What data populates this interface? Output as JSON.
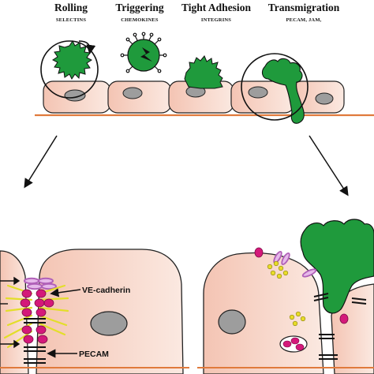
{
  "steps": [
    {
      "title": "Rolling",
      "subtitle": "SELECTINS"
    },
    {
      "title": "Triggering",
      "subtitle": "CHEMOKINES"
    },
    {
      "title": "Tight Adhesion",
      "subtitle": "INTEGRINS"
    },
    {
      "title": "Transmigration",
      "subtitle": "PECAM, JAM,"
    }
  ],
  "callouts": {
    "ve_cadherin": "VE-cadherin",
    "pecam": "PECAM"
  },
  "colors": {
    "leukocyte": "#1f9a3c",
    "endothelium": "#f7d5c8",
    "nucleus": "#9d9d9d",
    "membrane": "#e07a3c",
    "adhesion_molecule": "#d4197a",
    "ve_cadherin": "#b060b8",
    "junction_ligand": "#e3de2a",
    "granule": "#e8dc28"
  }
}
